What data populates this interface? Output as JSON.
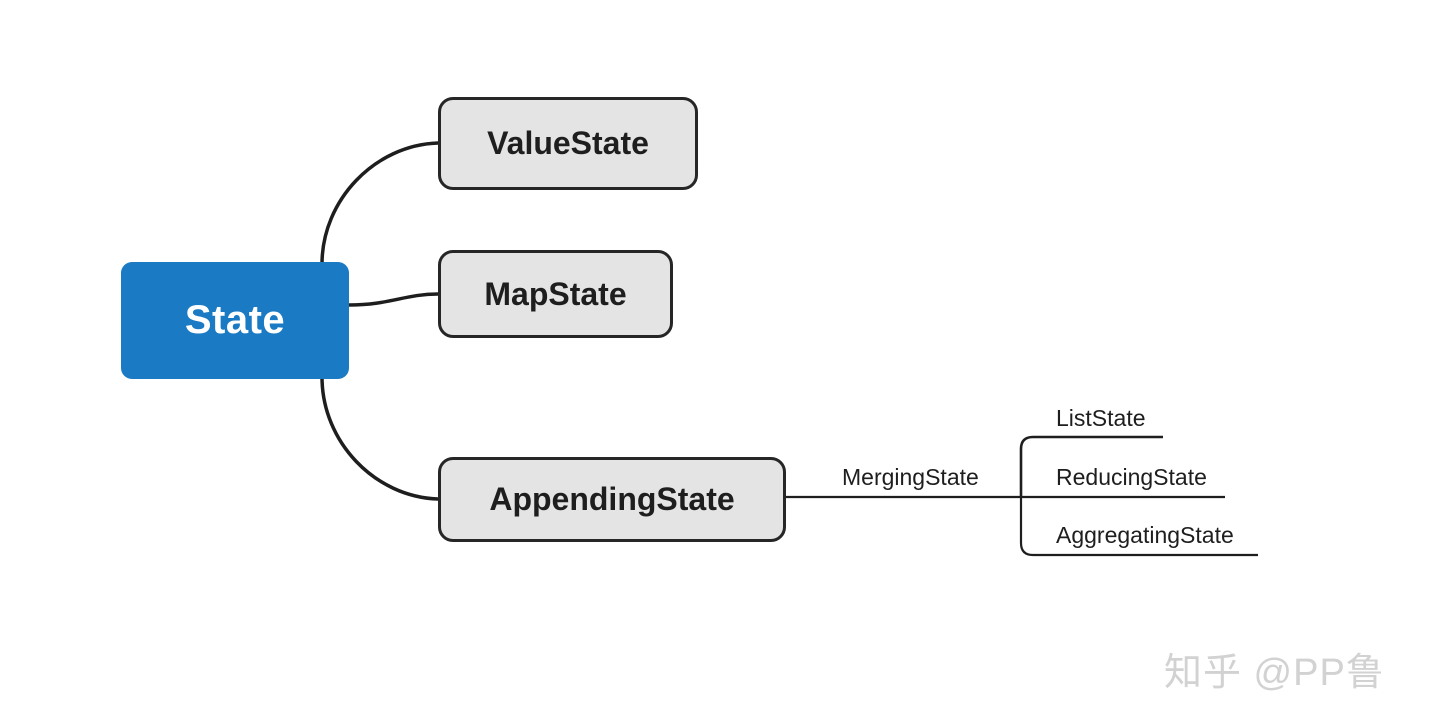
{
  "diagram": {
    "type": "mind-map",
    "title": "State",
    "colors": {
      "root_fill": "#1a7ac4",
      "root_text": "#ffffff",
      "branch_fill": "#e4e4e4",
      "branch_border": "#262626",
      "line": "#1e1e1e",
      "background": "#ffffff",
      "watermark": "#d2d2d2"
    },
    "root": {
      "label": "State"
    },
    "branches": [
      {
        "label": "ValueState"
      },
      {
        "label": "MapState"
      },
      {
        "label": "AppendingState"
      }
    ],
    "edges": [
      {
        "label": "MergingState",
        "from": "AppendingState"
      }
    ],
    "leaves": [
      {
        "label": "ListState"
      },
      {
        "label": "ReducingState"
      },
      {
        "label": "AggregatingState"
      }
    ]
  },
  "watermark": {
    "text": "知乎 @PP鲁"
  }
}
